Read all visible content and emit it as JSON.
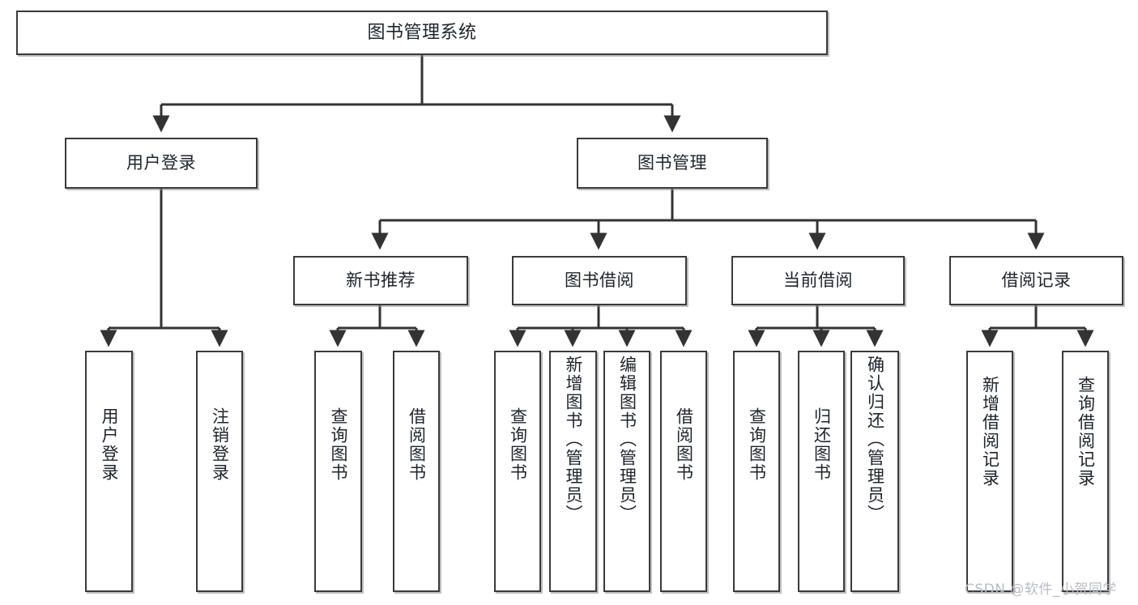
{
  "diagram": {
    "title": "图书管理系统",
    "type": "功能结构图",
    "watermark": "CSDN @软件_小贺同学",
    "colors": {
      "node_border": "#3a3a3a",
      "node_fill": "#ffffff",
      "edge": "#333333",
      "text": "#20242c",
      "watermark": "#b9bcc2",
      "background": "#ffffff"
    }
  },
  "nodes": {
    "root": {
      "label": "图书管理系统"
    },
    "level2": [
      {
        "id": "user-login",
        "label": "用户登录"
      },
      {
        "id": "book-manage",
        "label": "图书管理"
      }
    ],
    "level3": [
      {
        "id": "new-book-rec",
        "label": "新书推荐"
      },
      {
        "id": "book-borrow",
        "label": "图书借阅"
      },
      {
        "id": "current-borrow",
        "label": "当前借阅"
      },
      {
        "id": "borrow-record",
        "label": "借阅记录"
      }
    ],
    "leaves": {
      "user-login": [
        {
          "id": "leaf-user-login",
          "label": "用户登录"
        },
        {
          "id": "leaf-user-logout",
          "label": "注销登录"
        }
      ],
      "new-book-rec": [
        {
          "id": "leaf-query-book-1",
          "label": "查询图书"
        },
        {
          "id": "leaf-borrow-book-1",
          "label": "借阅图书"
        }
      ],
      "book-borrow": [
        {
          "id": "leaf-query-book-2",
          "label": "查询图书"
        },
        {
          "id": "leaf-add-book",
          "label": "新增图书（管理员）"
        },
        {
          "id": "leaf-edit-book",
          "label": "编辑图书（管理员）"
        },
        {
          "id": "leaf-borrow-book-2",
          "label": "借阅图书"
        }
      ],
      "current-borrow": [
        {
          "id": "leaf-query-book-3",
          "label": "查询图书"
        },
        {
          "id": "leaf-return-book",
          "label": "归还图书"
        },
        {
          "id": "leaf-confirm-return",
          "label": "确认归还（管理员）"
        }
      ],
      "borrow-record": [
        {
          "id": "leaf-add-record",
          "label": "新增借阅记录"
        },
        {
          "id": "leaf-query-record",
          "label": "查询借阅记录"
        }
      ]
    }
  }
}
